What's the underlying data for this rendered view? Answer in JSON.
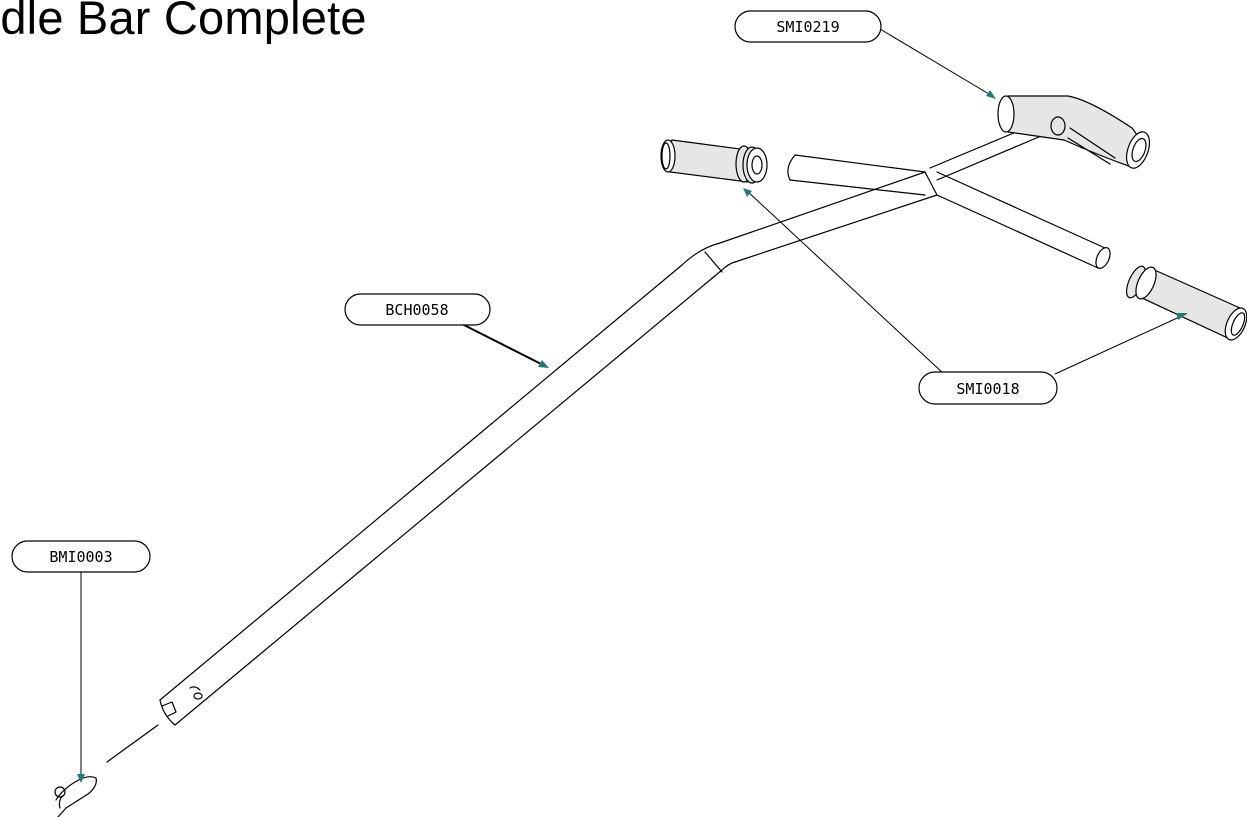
{
  "title": "ndle Bar Complete",
  "callouts": {
    "smi0219": "SMI0219",
    "bch0058": "BCH0058",
    "smi0018": "SMI0018",
    "bmi0003": "BMI0003"
  },
  "colors": {
    "leader_arrow": "#1f7a7a",
    "line": "#000000",
    "background": "#ffffff"
  }
}
